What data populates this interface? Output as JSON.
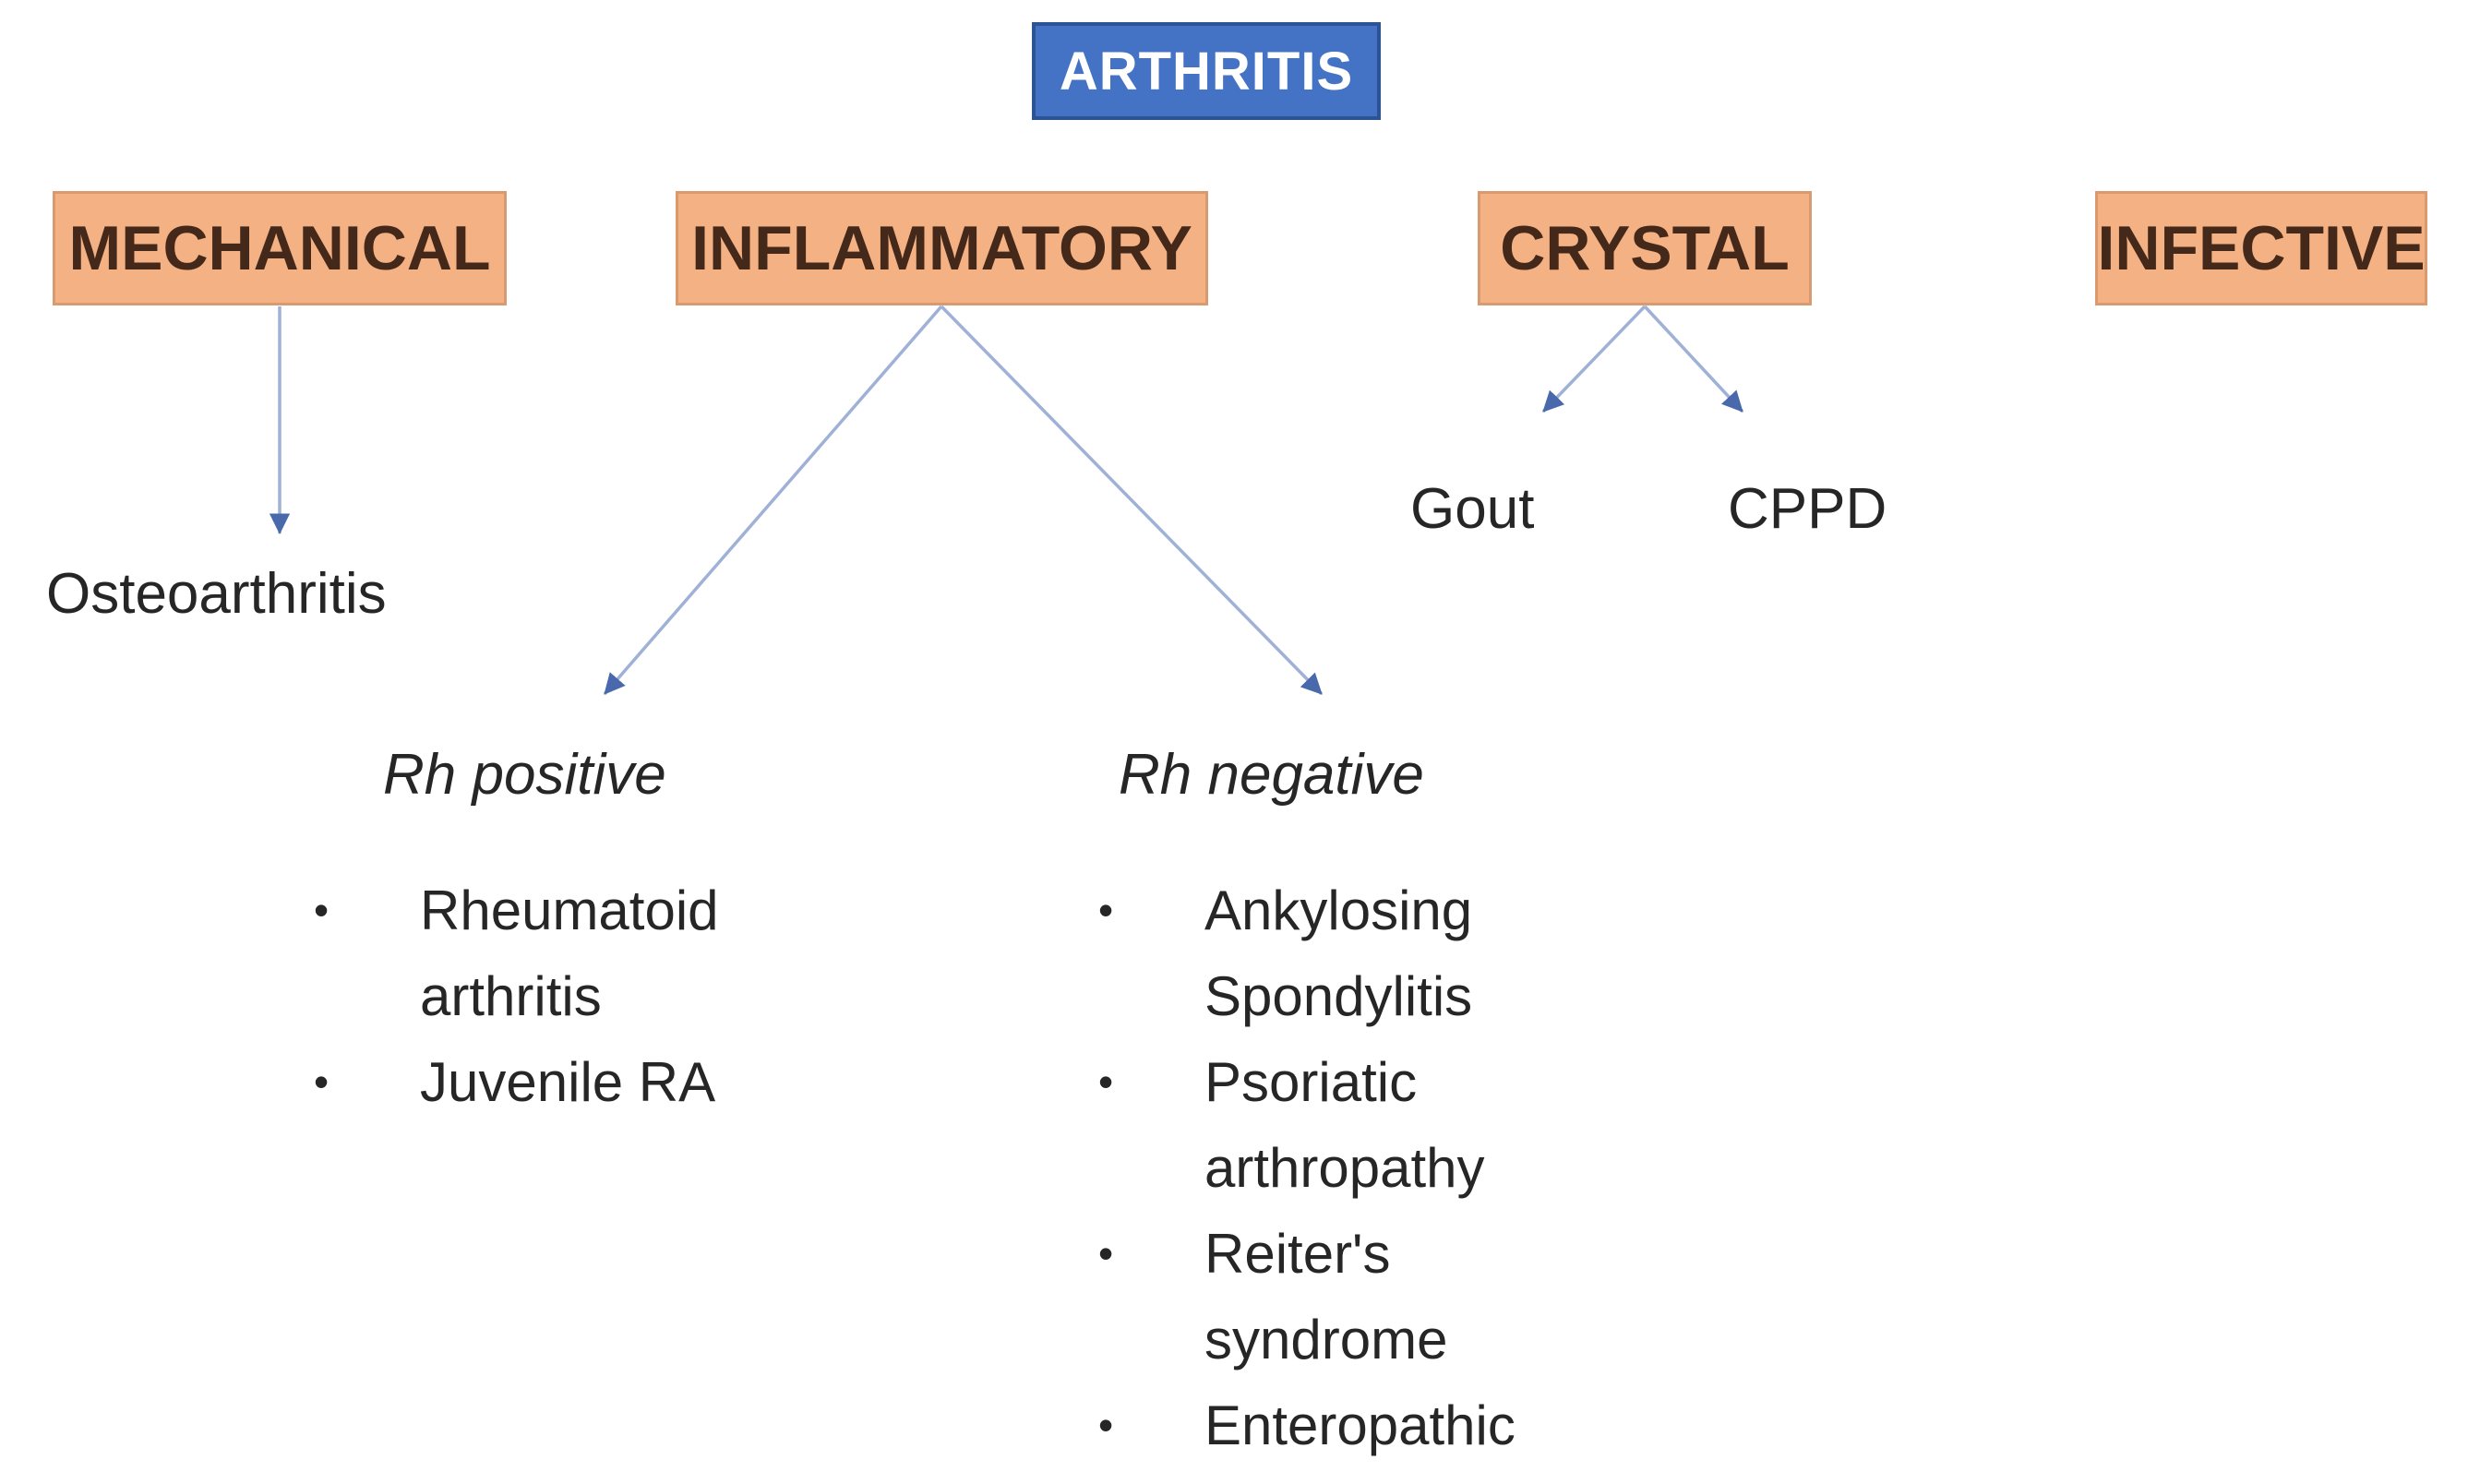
{
  "diagram": {
    "title": "ARTHRITIS",
    "categories": [
      {
        "id": "mechanical",
        "label": "MECHANICAL"
      },
      {
        "id": "inflammatory",
        "label": "INFLAMMATORY"
      },
      {
        "id": "crystal",
        "label": "CRYSTAL"
      },
      {
        "id": "infective",
        "label": "INFECTIVE"
      }
    ],
    "mechanical": {
      "child": "Osteoarthritis"
    },
    "inflammatory": {
      "groups": [
        {
          "label": "Rh positive",
          "items": [
            "Rheumatoid arthritis",
            "Juvenile RA"
          ]
        },
        {
          "label": "Rh negative",
          "items": [
            "Ankylosing Spondylitis",
            "Psoriatic arthropathy",
            "Reiter's syndrome",
            "Enteropathic"
          ]
        }
      ]
    },
    "crystal": {
      "children": [
        "Gout",
        "CPPD"
      ]
    },
    "glyphs": {
      "bullet": "•"
    },
    "colors": {
      "title_fill": "#4472C4",
      "title_border": "#2E5395",
      "title_text": "#FFFFFF",
      "category_fill": "#F4B183",
      "category_border": "#D89A6E",
      "category_text": "#44281A",
      "arrow_line": "#9FB1D6",
      "arrow_head": "#4A69AD",
      "body_text": "#262626",
      "background": "#FFFFFF"
    }
  }
}
